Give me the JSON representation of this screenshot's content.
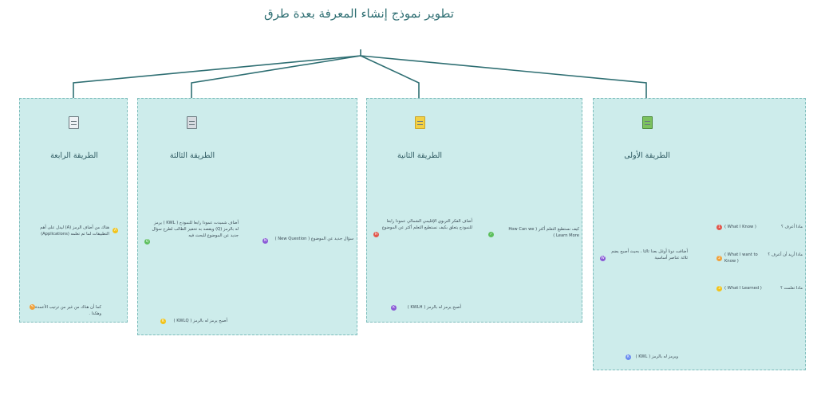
{
  "title": "تطوير نموذج إنشاء المعرفة بعدة طرق",
  "methods": [
    {
      "name": "الطريقة الأولى",
      "description": "أضافت دونا أوغل بعدا ثالثا ، بحيث أصبح يضم ثلاثة عناصر أساسية",
      "result": "ويرمز له بالرمز ( KWL )",
      "items": [
        {
          "question": "ماذا أعرف ؟",
          "english": "( What I Know )",
          "number": "1"
        },
        {
          "question": "ماذا أريد أن أعرف ؟",
          "english": "( What I want to Know )",
          "number": "2"
        },
        {
          "question": "ماذا تعلمت ؟",
          "english": "( What I Learned )",
          "number": "3"
        }
      ]
    },
    {
      "name": "الطريقة الثانية",
      "question_text": "كيف نستطيع التعلم أكثر ( How Can we Learn More )",
      "description": "أضاف الفكر التربوي الإقليمي الشمالي عمودا رابعا للنموذج يتعلق بكيف نستطيع التعلم أكثر عن الموضوع",
      "result": "أصبح يرمز له بالرمز ( KWLH )"
    },
    {
      "name": "الطريقة الثالثة",
      "description": "أضاف شميدت عمودا رابعا للنموذج ( KWL ) يرمز له بالرمز (Q) ويقصد به تحفيز الطالب لطرح سؤال جديد عن الموضوع للبحث فيه",
      "question_text": "سؤال جديد عن الموضوع ( New Question )",
      "result": "أصبح يرمز له بالرمز ( KWLQ )"
    },
    {
      "name": "الطريقة الرابعة",
      "description": "هناك من أضاف الرمز (A) ليدل على أهم التطبيقات لما تم تعلمه (Applications)",
      "extra": "كما أن هناك من غير من ترتيب الأعمدة وهكذا ."
    }
  ],
  "colors": {
    "panel_bg": "#cdeceb",
    "panel_border": "#7dbdbc",
    "connector": "#2f6f73",
    "badge_red": "#e2574c",
    "badge_orange": "#f0a13a",
    "badge_yellow": "#f2c31a",
    "badge_green": "#5cbf5c",
    "badge_purple": "#8a5ad6",
    "badge_blue": "#6a8cf0"
  },
  "icons": [
    "checklist-icon",
    "sticky-note-icon",
    "document-icon",
    "document-search-icon"
  ]
}
